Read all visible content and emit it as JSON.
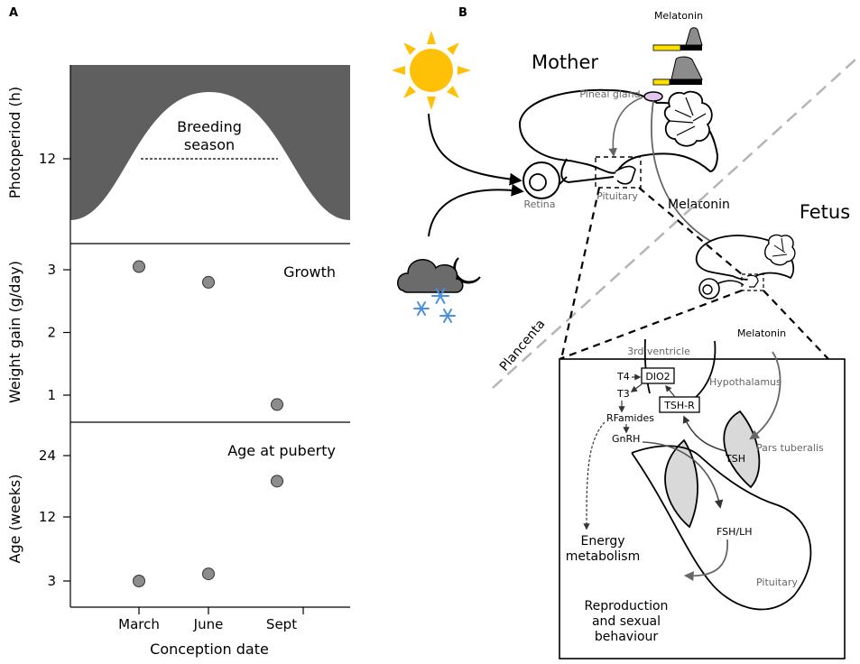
{
  "panel_a": {
    "letter": "A",
    "photoperiod": {
      "ylabel": "Photoperiod (h)",
      "tick": "12",
      "annotation_line1": "Breeding",
      "annotation_line2": "season"
    },
    "growth": {
      "ylabel": "Weight gain (g/day)",
      "title": "Growth",
      "yticks": [
        "3",
        "2",
        "1"
      ]
    },
    "puberty": {
      "ylabel": "Age (weeks)",
      "title": "Age at puberty",
      "yticks": [
        "24",
        "12",
        "3"
      ]
    },
    "xlabel": "Conception date",
    "xticks": [
      "March",
      "June",
      "Sept"
    ]
  },
  "chart_data": [
    {
      "type": "area",
      "categories": [
        "March",
        "June",
        "Sept"
      ],
      "ylabel": "Photoperiod (h)",
      "yticks": [
        "12"
      ],
      "annotation": "Breeding season"
    },
    {
      "type": "scatter",
      "categories": [
        "March",
        "June",
        "Sept"
      ],
      "values": [
        3.05,
        2.8,
        0.85
      ],
      "ylabel": "Weight gain (g/day)",
      "ylim": [
        0.5,
        3.4
      ],
      "yticks": [
        3,
        2,
        1
      ],
      "title": "Growth"
    },
    {
      "type": "scatter",
      "categories": [
        "March",
        "June",
        "Sept"
      ],
      "values": [
        3,
        4,
        19
      ],
      "ylabel": "Age (weeks)",
      "yticks": [
        24,
        12,
        3
      ],
      "title": "Age at puberty",
      "xlabel": "Conception date"
    }
  ],
  "panel_b": {
    "letter": "B",
    "mother": "Mother",
    "fetus": "Fetus",
    "melatonin_top": "Melatonin",
    "melatonin_mid": "Melatonin",
    "melatonin_inset": "Melatonin",
    "pineal_gland": "Pineal gland",
    "pituitary_label": "Pituitary",
    "retina": "Retina",
    "placenta": "Plancenta",
    "inset": {
      "third_ventricle": "3rd ventricle",
      "hypothalamus": "Hypothalamus",
      "t4": "T4",
      "t3": "T3",
      "dio2": "DIO2",
      "tsh_r": "TSH-R",
      "rfamides": "RFamides",
      "gnrh": "GnRH",
      "pars_tuberalis": "Pars tuberalis",
      "tsh": "TSH",
      "fsh_lh": "FSH/LH",
      "energy_line1": "Energy",
      "energy_line2": "metabolism",
      "pituitary": "Pituitary",
      "repro_line1": "Reproduction",
      "repro_line2": "and sexual",
      "repro_line3": "behaviour"
    }
  },
  "colors": {
    "dark_area": "#5f5f5f",
    "marker": "#8c8c8c",
    "sun": "#ffc107",
    "snow": "#4a90e2",
    "pineal": "#e3c6ee",
    "light_tissue": "#d9d9d9",
    "placenta_line": "#b5b5b5",
    "melatonin_bar": "#ffe100"
  }
}
